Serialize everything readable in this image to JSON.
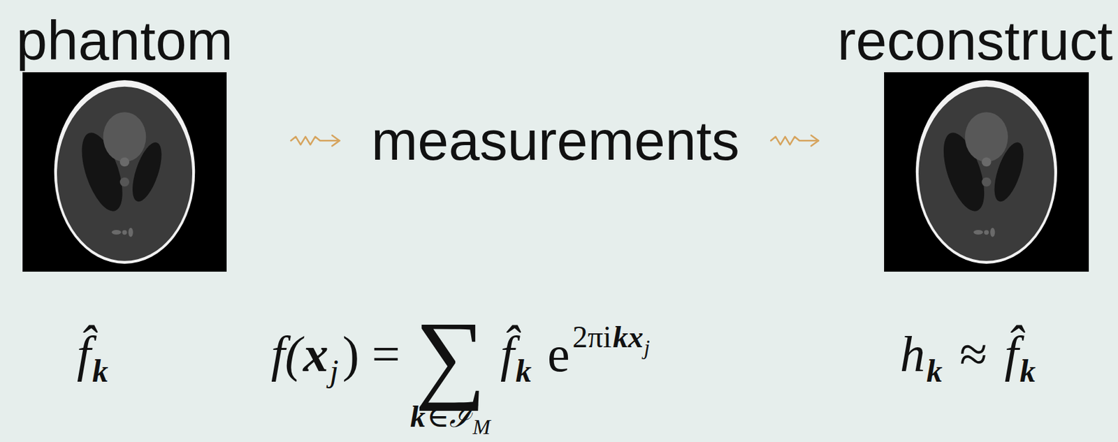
{
  "diagram": {
    "nodes": [
      {
        "text": [
          "phantom"
        ]
      },
      {
        "text": [
          "measurements"
        ]
      },
      {
        "text": [
          "reconstruct"
        ]
      }
    ],
    "edges": [
      {
        "from": 0,
        "to": 1,
        "arrow": "to"
      },
      {
        "from": 1,
        "to": 2,
        "arrow": "to"
      }
    ],
    "labels": [
      "f̂",
      "k",
      "f(",
      "x",
      "j",
      ") =",
      "∑",
      "k",
      "∈ℐ",
      "M",
      "f̂",
      "k",
      "e",
      "2πi",
      "kx",
      "j",
      "h",
      "k",
      "≈",
      "f̂",
      "k"
    ]
  }
}
